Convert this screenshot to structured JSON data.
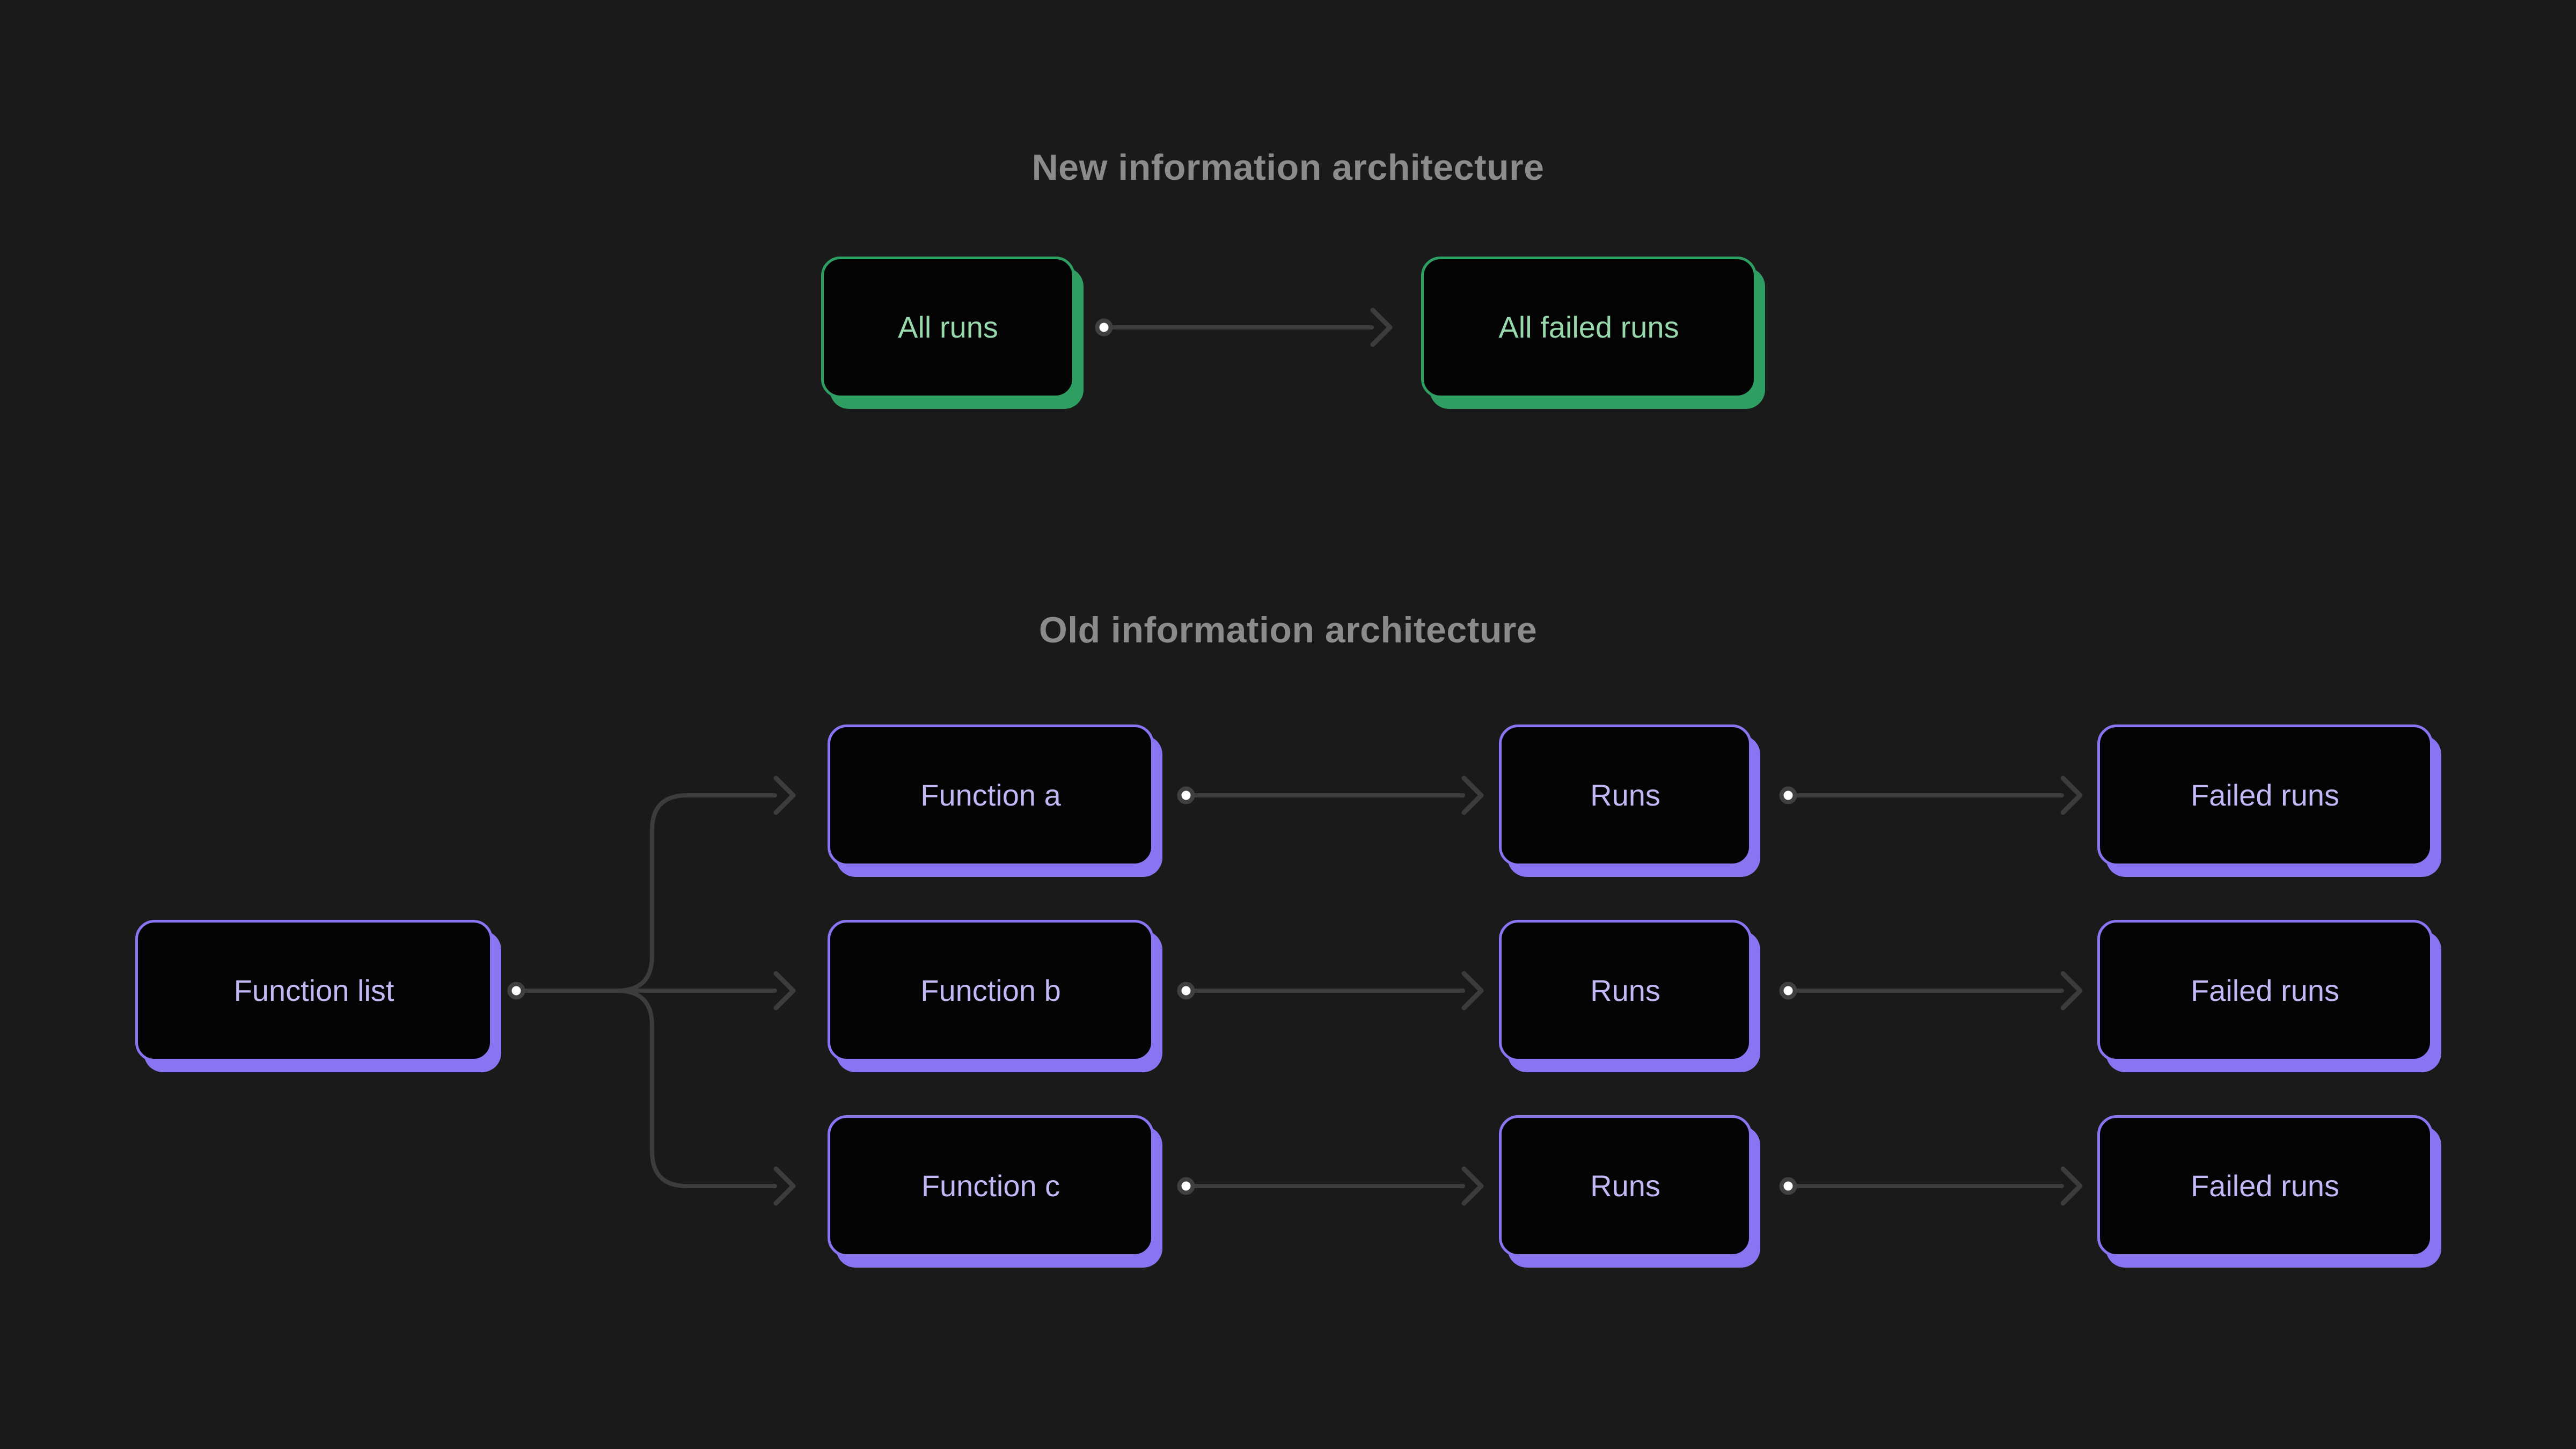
{
  "colors": {
    "background": "#1a1a1b",
    "box-fill": "#040404",
    "green-border": "#2f9e63",
    "green-text": "#98d8ad",
    "purple-border": "#8b74f1",
    "purple-text": "#c3b7f6",
    "connector": "#3c3c3c",
    "dot-fill": "#ffffff",
    "dot-ring": "#404040",
    "title-text": "#8a8b8c"
  },
  "new_arch": {
    "title": "New information architecture",
    "all_runs": "All runs",
    "all_failed_runs": "All failed runs"
  },
  "old_arch": {
    "title": "Old information architecture",
    "function_list": "Function list",
    "rows": [
      {
        "function": "Function a",
        "runs": "Runs",
        "failed": "Failed runs"
      },
      {
        "function": "Function b",
        "runs": "Runs",
        "failed": "Failed runs"
      },
      {
        "function": "Function c",
        "runs": "Runs",
        "failed": "Failed runs"
      }
    ]
  }
}
